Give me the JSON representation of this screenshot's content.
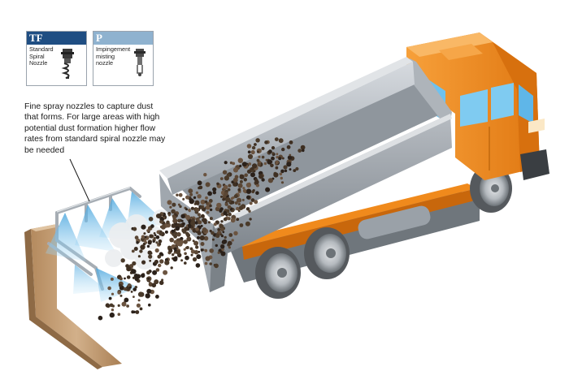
{
  "nozzle_cards": [
    {
      "code": "TF",
      "description": "Standard\nSpiral\nNozzle",
      "header_color": "#1f4e83",
      "icon": "spiral-nozzle-icon"
    },
    {
      "code": "P",
      "description": "Impingement\nmisting\nnozzle",
      "header_color": "#8fb2cf",
      "icon": "impingement-nozzle-icon"
    }
  ],
  "annotation": "Fine spray nozzles to capture dust\nthat forms. For large areas with high\npotential dust formation higher flow\nrates from standard spiral nozzle may\nbe needed",
  "colors": {
    "truck_cab": "#f08a1c",
    "truck_cab_shadow": "#c8670c",
    "dump_body": "#a7adb3",
    "wall": "#c9a57e",
    "spray": "#5fb6e8",
    "spray_bar": "#b9bfc5",
    "material": "#4a3a2a"
  }
}
